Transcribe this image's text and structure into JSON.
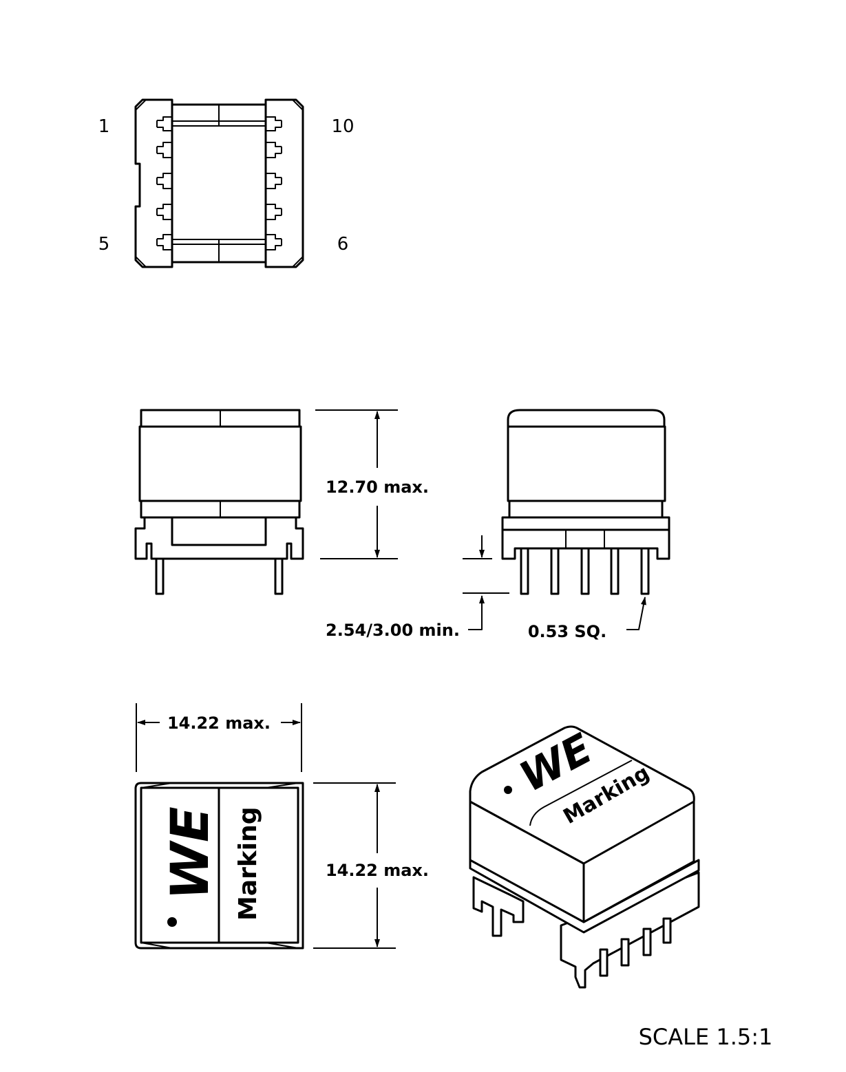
{
  "top_view": {
    "pin_labels": {
      "top_left": "1",
      "top_right": "10",
      "bottom_left": "5",
      "bottom_right": "6"
    }
  },
  "side_view": {
    "height_dim": "12.70  max."
  },
  "front_view": {
    "standoff_dim": "2.54/3.00  min.",
    "pin_dim": "0.53  SQ."
  },
  "bottom_view": {
    "width_dim": "14.22  max.",
    "length_dim": "14.22  max.",
    "logo": "WE",
    "marking": "Marking"
  },
  "iso_view": {
    "logo": "WE",
    "marking": "Marking"
  },
  "scale": "SCALE  1.5:1"
}
